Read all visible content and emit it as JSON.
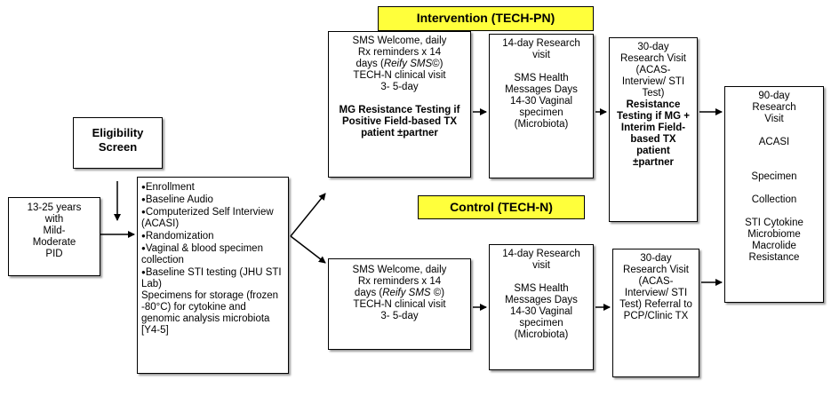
{
  "labels": {
    "intervention": "Intervention (TECH-PN)",
    "control": "Control (TECH-N)"
  },
  "eligibility": {
    "line1": "Eligibility",
    "line2": "Screen"
  },
  "population": {
    "lines": [
      "13-25 years",
      "with",
      "Mild-",
      "Moderate",
      "PID"
    ]
  },
  "enrollment": {
    "items": [
      "Enrollment",
      "Baseline Audio",
      "Computerized Self Interview (ACASI)",
      "Randomization",
      "Vaginal & blood specimen collection",
      "Baseline STI testing (JHU STI Lab)"
    ],
    "tail": "Specimens for storage (frozen -80°C) for cytokine and genomic analysis microbiota [Y4-5]"
  },
  "intervention_sms": {
    "line1": "SMS Welcome, daily",
    "line2": "Rx reminders x 14",
    "line3_pre": "days (",
    "line3_italic": "Reify SMS",
    "line3_post": "©)",
    "line4": "TECH-N clinical visit",
    "line5": "3- 5-day",
    "bold": "MG Resistance Testing if Positive Field-based TX patient ±partner"
  },
  "intervention_14day": {
    "head": "14-day Research visit",
    "body": "SMS Health Messages Days 14-30 Vaginal specimen (Microbiota)"
  },
  "intervention_30day": {
    "head": "30-day Research Visit (ACAS-Interview/ STI Test)",
    "bold": "Resistance Testing if MG + Interim Field-based TX patient ±partner"
  },
  "control_sms": {
    "line1": "SMS Welcome, daily",
    "line2": "Rx reminders x 14",
    "line3_pre": "days (",
    "line3_italic": "Reify SMS",
    "line3_post": " ©)",
    "line4": "TECH-N clinical visit",
    "line5": "3- 5-day"
  },
  "control_14day": {
    "head": "14-day Research visit",
    "body": "SMS Health Messages Days 14-30 Vaginal specimen (Microbiota)"
  },
  "control_30day": {
    "text": "30-day Research Visit (ACAS-Interview/ STI Test) Referral to PCP/Clinic TX"
  },
  "final_90day": {
    "head": "90-day Research Visit",
    "acasi": "ACASI",
    "specimen": "Specimen",
    "collection": "Collection",
    "tail": "STI Cytokine Microbiome Macrolide Resistance"
  }
}
